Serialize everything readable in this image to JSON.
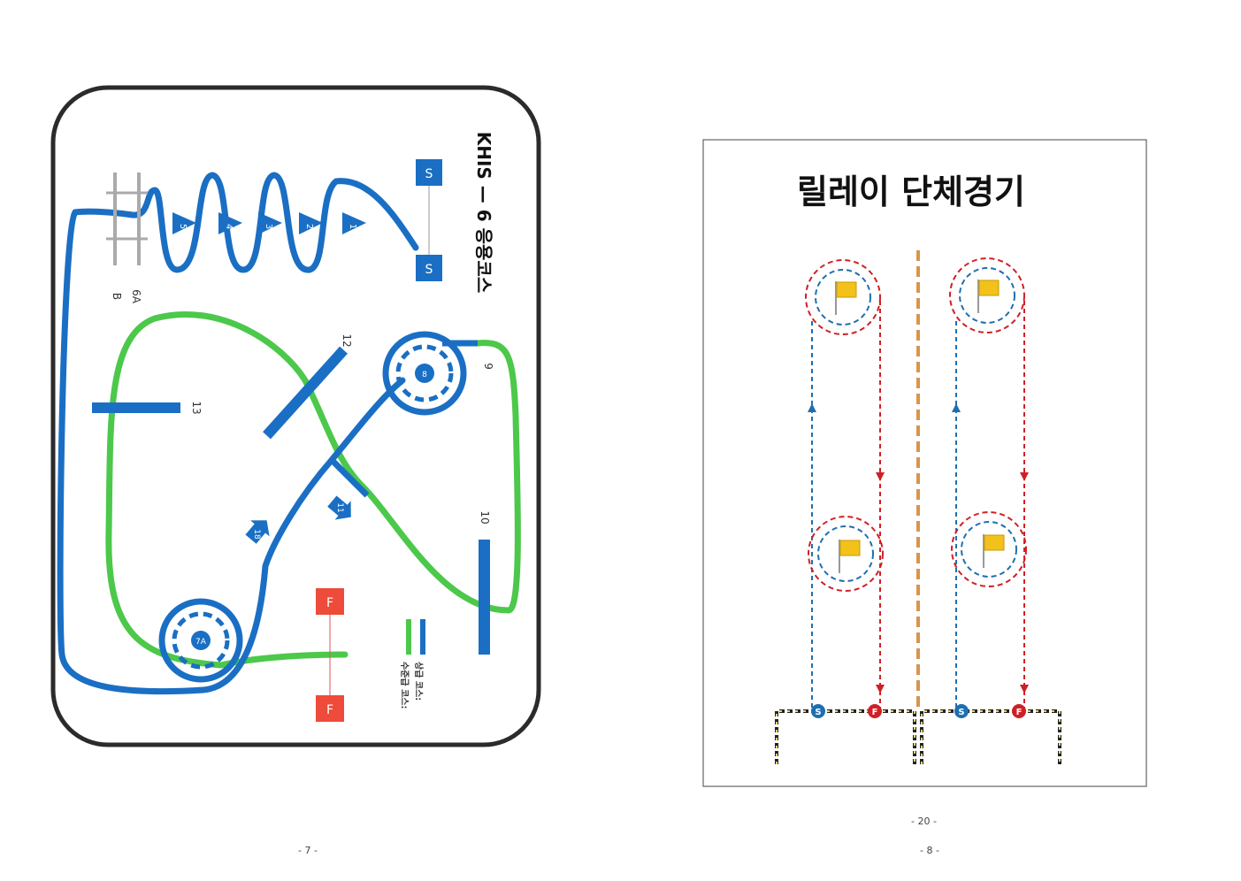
{
  "left_page": {
    "course_title": "KHIS — 6 응용코스",
    "legend": {
      "lines": [
        "수준급 코스:",
        "상급 코스:"
      ],
      "colors": {
        "beginner": "#4cc84a",
        "advanced": "#1a6fc4"
      }
    },
    "start_label": "S",
    "finish_label": "F",
    "obstacle_labels": {
      "o1": "1",
      "o2": "2",
      "o3": "3",
      "o4": "4",
      "o5": "5",
      "o6a": "6A",
      "o7a": "7A",
      "o8": "8",
      "o8b": "B",
      "o9": "9",
      "o10": "10",
      "o11": "11",
      "o12": "12",
      "o13": "13",
      "o18": "18"
    },
    "page_number": "- 7 -"
  },
  "right_page": {
    "title": "릴레이 단체경기",
    "start_label": "S",
    "finish_label": "F",
    "page_number_inner": "- 20 -",
    "page_number": "- 8 -",
    "colors": {
      "outbound": "#1f6fb0",
      "return": "#cf2027",
      "divider": "#d9954a",
      "flag": "#f2c21b"
    }
  }
}
